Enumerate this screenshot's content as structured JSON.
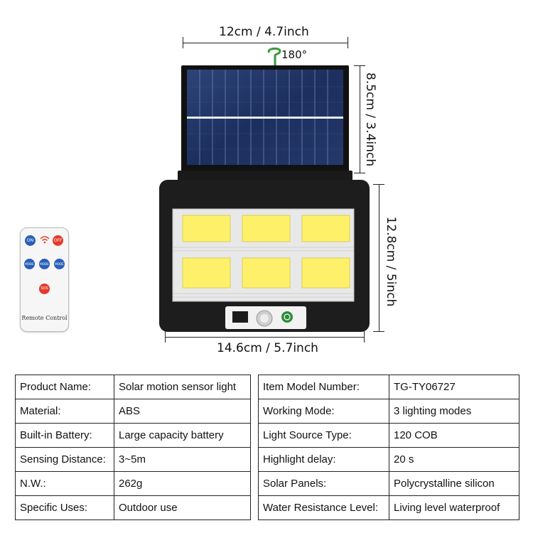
{
  "dimensions": {
    "panel_width": "12cm / 4.7inch",
    "panel_height": "8.5cm / 3.4inch",
    "lamp_height": "12.8cm / 5inch",
    "lamp_width": "14.6cm / 5.7inch",
    "rotation": "180°"
  },
  "remote": {
    "on": "ON",
    "off": "OFF",
    "mode": "MODE",
    "sos": "SOS",
    "label": "Remote Control"
  },
  "specs_left": [
    {
      "label": "Product Name:",
      "value": "Solar motion sensor light"
    },
    {
      "label": "Material:",
      "value": "ABS"
    },
    {
      "label": "Built-in Battery:",
      "value": "Large capacity battery"
    },
    {
      "label": "Sensing Distance:",
      "value": "3~5m"
    },
    {
      "label": "N.W.:",
      "value": "262g"
    },
    {
      "label": "Specific Uses:",
      "value": "Outdoor use"
    }
  ],
  "specs_right": [
    {
      "label": "Item Model Number:",
      "value": "TG-TY06727"
    },
    {
      "label": "Working Mode:",
      "value": "3 lighting modes"
    },
    {
      "label": "Light Source Type:",
      "value": "120 COB"
    },
    {
      "label": "Highlight delay:",
      "value": "20 s"
    },
    {
      "label": "Solar Panels:",
      "value": "Polycrystalline silicon"
    },
    {
      "label": "Water Resistance Level:",
      "value": "Living level waterproof"
    }
  ],
  "colors": {
    "panel_blue": "#1c2f5e",
    "lamp_body": "#1d1d1d",
    "cob_yellow": "#fff06a",
    "rotation_arrow": "#3a9a3a",
    "btn_blue": "#2a5fb8",
    "btn_red": "#e33b2b"
  }
}
